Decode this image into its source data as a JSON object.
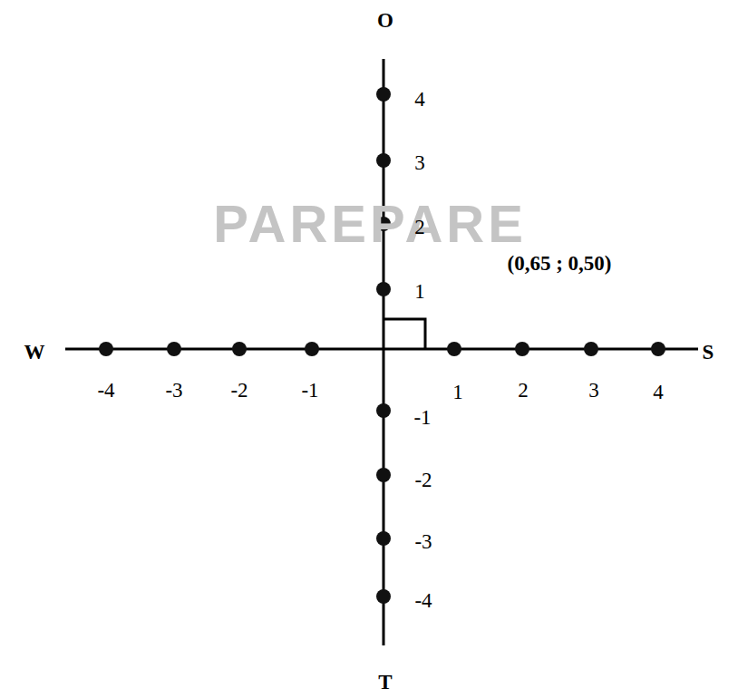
{
  "diagram": {
    "labels": [
      "PAREPARE",
      "O",
      "4",
      "3",
      "2",
      "1",
      "(0,65 ; 0,50)",
      "W",
      "S",
      "-4",
      "-3",
      "-2",
      "-1",
      "1",
      "2",
      "3",
      "4",
      "-1",
      "-2",
      "-3",
      "-4",
      "T"
    ]
  }
}
